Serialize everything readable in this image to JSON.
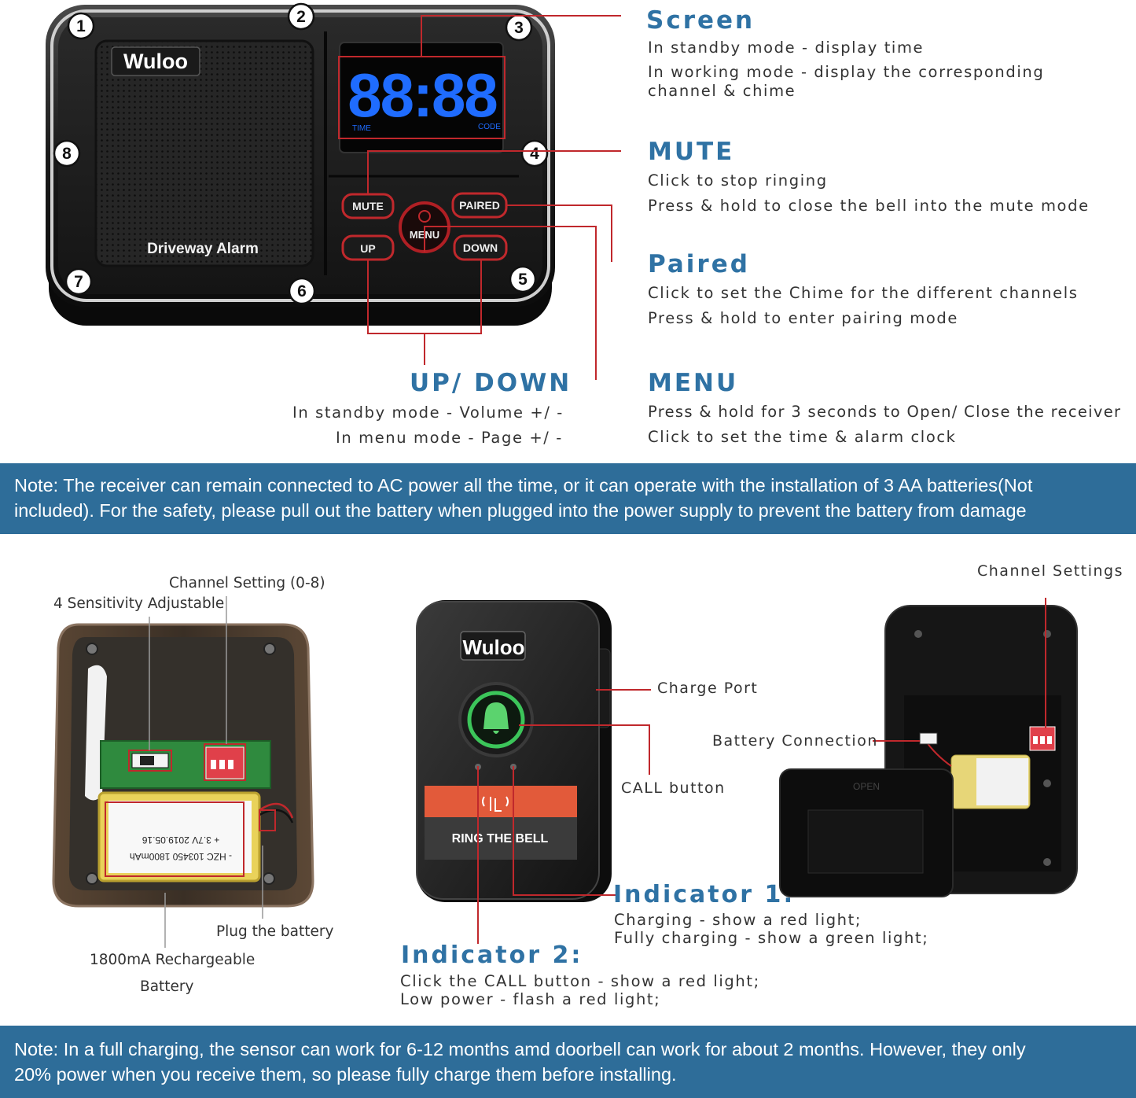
{
  "receiver": {
    "brand": "Wuloo",
    "model_label": "Driveway Alarm",
    "display_digits": "88:88",
    "display_icons": [
      "TIME",
      "CODE"
    ],
    "buttons": {
      "mute": "MUTE",
      "paired": "PAIRED",
      "menu": "MENU",
      "up": "UP",
      "down": "DOWN"
    },
    "markers": [
      "1",
      "2",
      "3",
      "4",
      "5",
      "6",
      "7",
      "8"
    ]
  },
  "features": {
    "screen": {
      "title": "Screen",
      "lines": [
        "In standby mode - display time",
        "In working mode - display the corresponding",
        "channel & chime"
      ]
    },
    "mute": {
      "title": "MUTE",
      "lines": [
        "Click to stop ringing",
        "Press & hold to close the bell into the mute mode"
      ]
    },
    "paired": {
      "title": "Paired",
      "lines": [
        "Click to set the Chime for the different channels",
        "Press & hold to enter pairing mode"
      ]
    },
    "updown": {
      "title": "UP/ DOWN",
      "lines": [
        "In standby mode - Volume +/ -",
        "In menu mode - Page +/ -"
      ]
    },
    "menu": {
      "title": "MENU",
      "lines": [
        "Press & hold for 3 seconds to Open/ Close the receiver",
        "Click to set the time & alarm clock"
      ]
    }
  },
  "notes": {
    "note1": [
      "Note: The receiver can remain connected to AC power all the time, or it can operate with the installation of 3 AA batteries(Not",
      "included). For the safety, please pull out the battery when plugged into the power supply to prevent the battery from damage"
    ],
    "note2": [
      "Note: In a full charging, the sensor can work for 6-12 months amd doorbell can work for about 2 months. However, they only",
      "20% power when you receive them, so please fully charge them before installing."
    ]
  },
  "sensor": {
    "channel_setting": "Channel Setting (0-8)",
    "sensitivity": "4 Sensitivity Adjustable",
    "plug": "Plug the battery",
    "battery_line1": "1800mA Rechargeable",
    "battery_line2": "Battery",
    "battery_print_1": "+ 3.7V   2019.05.16",
    "battery_print_2": "- HZC 103450 1800mAh"
  },
  "doorbell": {
    "brand": "Wuloo",
    "ring_label": "RING THE BELL",
    "charge_port": "Charge Port",
    "call_button": "CALL button",
    "indicator1": {
      "title": "Indicator 1:",
      "lines": [
        "Charging - show a red light;",
        "Fully charging - show a green light;"
      ]
    },
    "indicator2": {
      "title": "Indicator 2:",
      "lines": [
        "Click the CALL button - show a red light;",
        "Low power - flash a red light;"
      ]
    }
  },
  "back": {
    "channel_settings": "Channel Settings",
    "battery_connection": "Battery Connection",
    "open_label": "OPEN"
  },
  "colors": {
    "accent": "#2f72a4",
    "band": "#2e6d99",
    "callout_red": "#c0282c",
    "lcd_blue": "#1f6cff"
  }
}
